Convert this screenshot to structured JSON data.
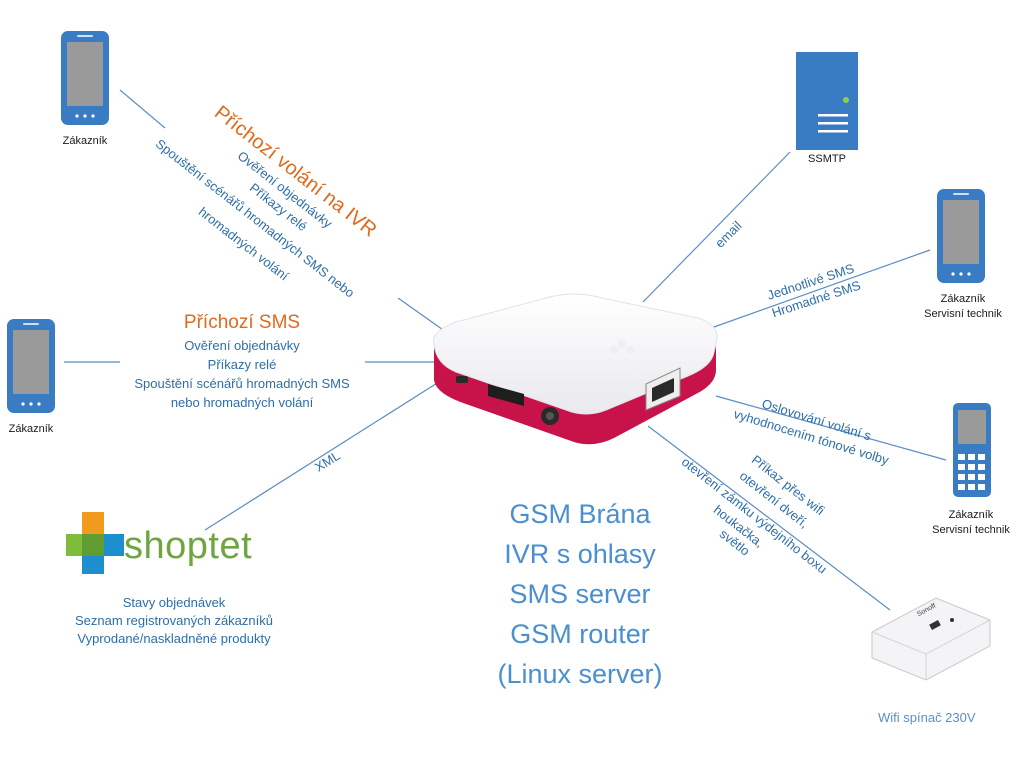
{
  "incoming_calls": {
    "title": "Příchozí volání na IVR",
    "lines": [
      "Ověření objednávky",
      "Příkazy relé",
      "Spouštění scénářů hromadných SMS nebo",
      "hromadných volání"
    ]
  },
  "incoming_sms": {
    "title": "Příchozí SMS",
    "lines": [
      "Ověření objednávky",
      "Příkazy relé",
      "Spouštění scénářů hromadných SMS",
      "nebo hromadných volání"
    ]
  },
  "xml_label": "XML",
  "email_label": "email",
  "sms_out": {
    "lines": [
      "Jednotlivé SMS",
      "Hromadné SMS"
    ]
  },
  "calls_out": {
    "lines": [
      "Oslovování volání s",
      "vyhodnocením tónové volby"
    ]
  },
  "wifi_cmd": {
    "lines": [
      "Příkaz přes wifi",
      "otevření dveří,",
      "otevření zámku výdejního boxu",
      "houkačka,",
      "světlo"
    ]
  },
  "center_text": [
    "GSM Brána",
    "IVR s ohlasy",
    "SMS server",
    "GSM router",
    "(Linux server)"
  ],
  "labels": {
    "customer_top": "Zákazník",
    "customer_left": "Zákazník",
    "ssmtp": "SSMTP",
    "customer_tech_1a": "Zákazník",
    "customer_tech_1b": "Servisní technik",
    "customer_tech_2a": "Zákazník",
    "customer_tech_2b": "Servisní technik",
    "wifi_switch": "Wifi spínač 230V",
    "switch_brand": "Sonoff"
  },
  "shoptet": {
    "logo_text": "shoptet",
    "lines": [
      "Stavy objednávek",
      "Seznam registrovaných zákazníků",
      "Vyprodané/naskladněné produkty"
    ]
  },
  "colors": {
    "line": "#5b8cc4",
    "text_blue": "#2e6ea8",
    "orange": "#e06a1a",
    "phone_body": "#3a7cc4",
    "device_red": "#c8124a"
  }
}
